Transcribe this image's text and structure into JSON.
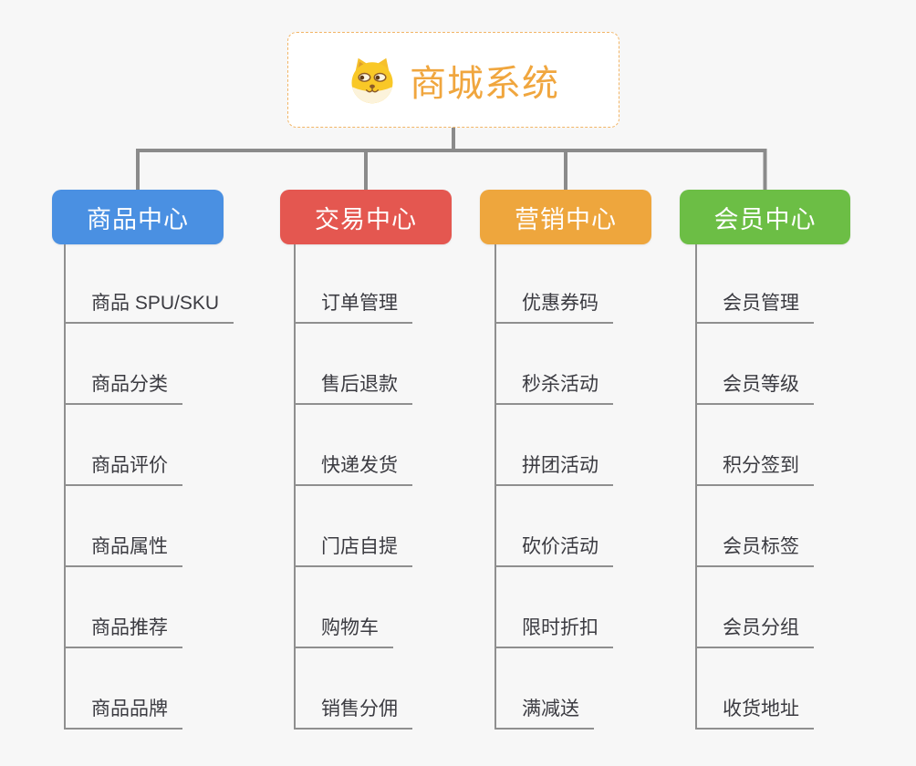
{
  "page": {
    "background": "#f7f7f7"
  },
  "root": {
    "label": "商城系统",
    "icon": "shiba-dog-icon",
    "text_color": "#f0a63e",
    "border_color": "#f2b566"
  },
  "connector_color": "#8b8b8b",
  "leaf_line_color": "#8f8f8f",
  "branches": [
    {
      "label": "商品中心",
      "color": "#4a90e2",
      "children": [
        "商品 SPU/SKU",
        "商品分类",
        "商品评价",
        "商品属性",
        "商品推荐",
        "商品品牌"
      ]
    },
    {
      "label": "交易中心",
      "color": "#e45750",
      "children": [
        "订单管理",
        "售后退款",
        "快递发货",
        "门店自提",
        "购物车",
        "销售分佣"
      ]
    },
    {
      "label": "营销中心",
      "color": "#eea63d",
      "children": [
        "优惠券码",
        "秒杀活动",
        "拼团活动",
        "砍价活动",
        "限时折扣",
        "满减送"
      ]
    },
    {
      "label": "会员中心",
      "color": "#6cbe45",
      "children": [
        "会员管理",
        "会员等级",
        "积分签到",
        "会员标签",
        "会员分组",
        "收货地址"
      ]
    }
  ]
}
